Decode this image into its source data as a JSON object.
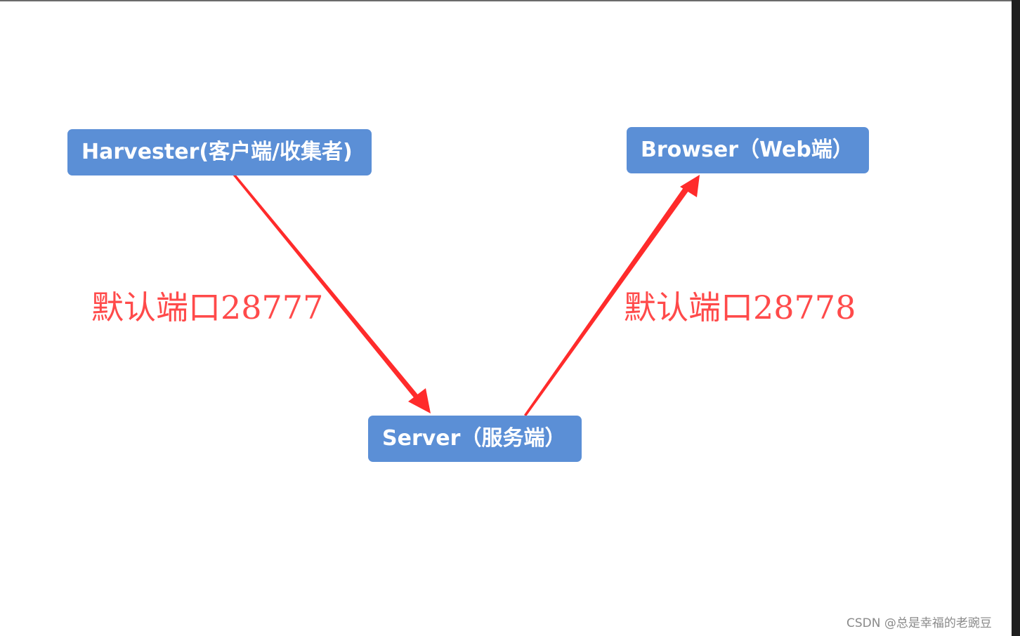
{
  "nodes": {
    "harvester": "Harvester(客户端/收集者)",
    "browser": "Browser（Web端）",
    "server": "Server（服务端）"
  },
  "labels": {
    "port_left": "默认端口28777",
    "port_right": "默认端口28778"
  },
  "watermark": "CSDN @总是幸福的老豌豆",
  "colors": {
    "node_fill": "#5b8fd6",
    "arrow": "#ff2b2b",
    "label_text": "#ff4a4a"
  }
}
